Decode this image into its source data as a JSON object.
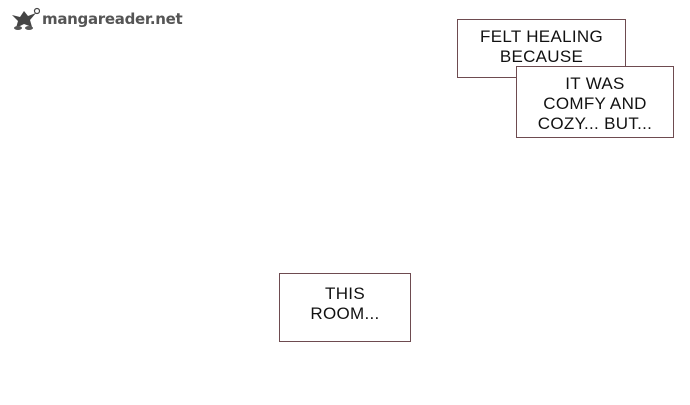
{
  "watermark": {
    "text": "mangareader.net"
  },
  "captions": [
    {
      "lines": [
        "FELT HEALING",
        "BECAUSE"
      ]
    },
    {
      "lines": [
        "IT WAS",
        "COMFY AND",
        "COZY... BUT..."
      ]
    },
    {
      "lines": [
        "THIS",
        "ROOM..."
      ]
    }
  ],
  "colors": {
    "border": "#6e4b50",
    "text": "#111111",
    "watermark": "#555555"
  }
}
